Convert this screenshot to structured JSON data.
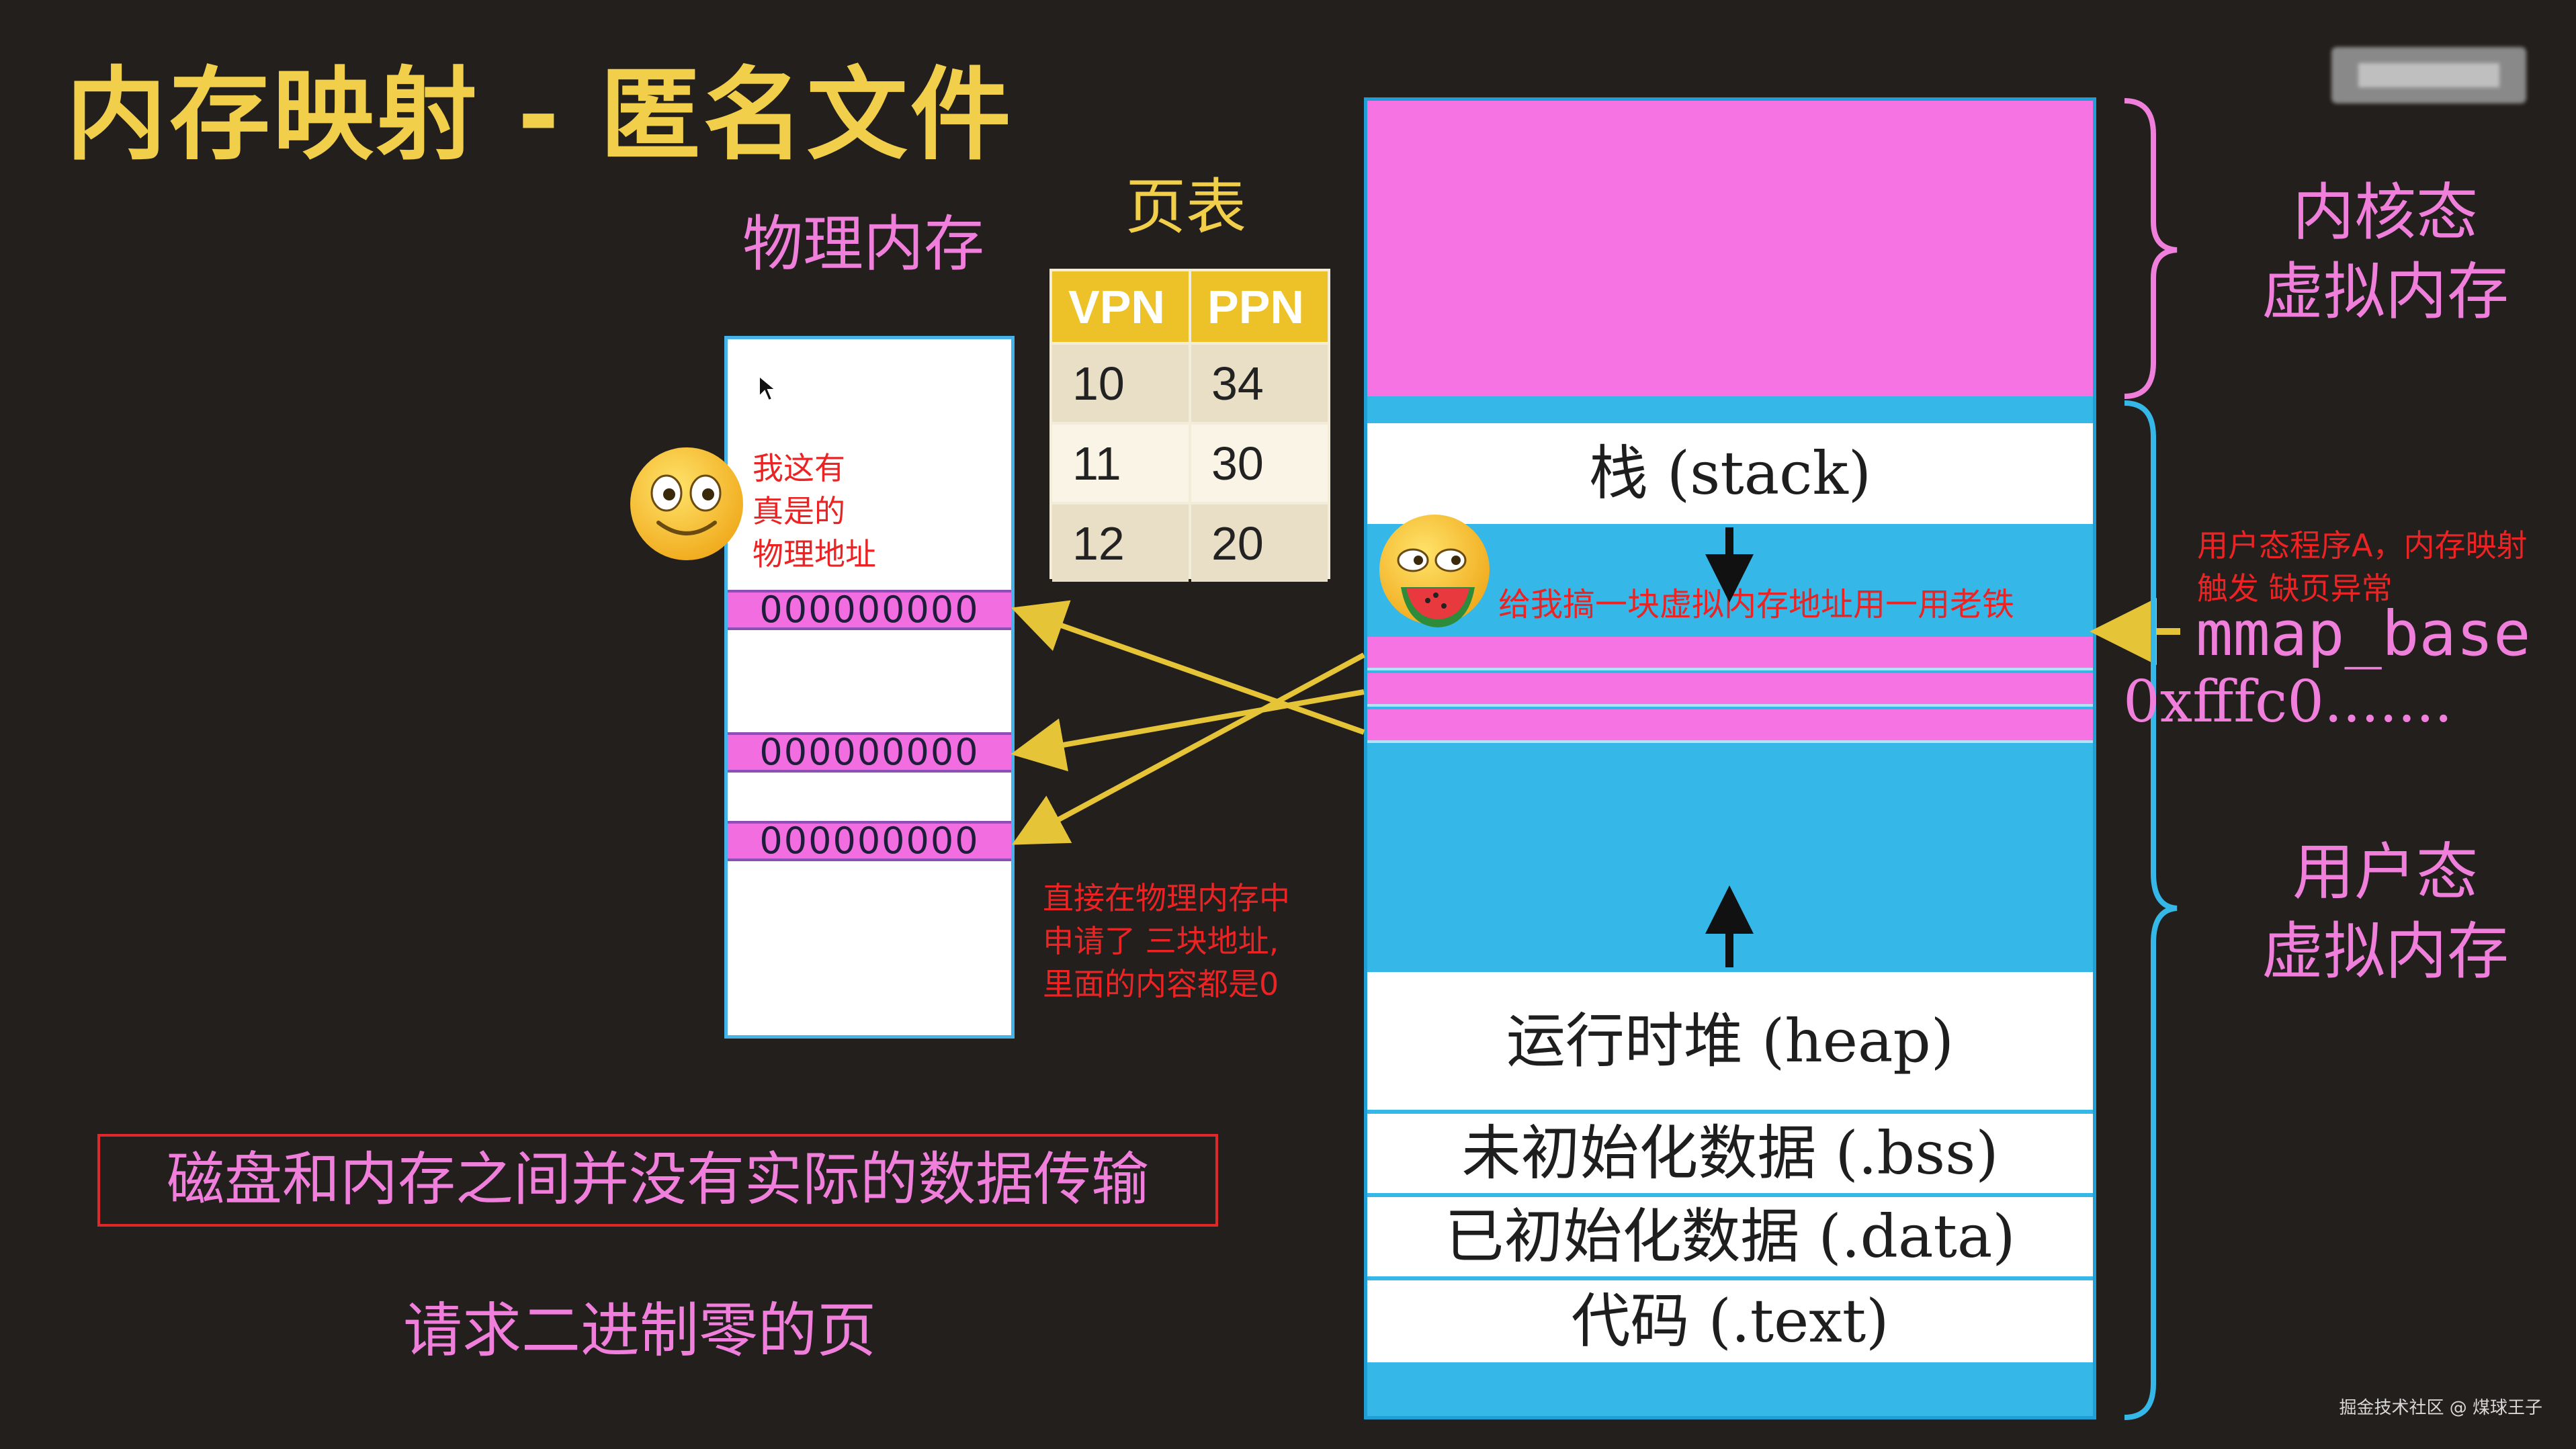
{
  "title": "内存映射 - 匿名文件",
  "physical_memory": {
    "heading": "物理内存",
    "cells": [
      "000000000",
      "000000000",
      "000000000"
    ],
    "emoji_note_lines": [
      "我这有",
      "真是的",
      "物理地址"
    ],
    "alloc_note_lines": [
      "直接在物理内存中",
      "申请了 三块地址,",
      "里面的内容都是0"
    ]
  },
  "page_table": {
    "heading": "页表",
    "headers": [
      "VPN",
      "PPN"
    ],
    "rows": [
      [
        "10",
        "34"
      ],
      [
        "11",
        "30"
      ],
      [
        "12",
        "20"
      ]
    ]
  },
  "virtual_memory": {
    "stack": "栈 (stack)",
    "heap": "运行时堆 (heap)",
    "bss": "未初始化数据 (.bss)",
    "data": "已初始化数据 (.data)",
    "text": "代码 (.text)",
    "emoji_note": "给我搞一块虚拟内存地址用一用老铁"
  },
  "right_labels": {
    "kernel": [
      "内核态",
      "虚拟内存"
    ],
    "user": [
      "用户态",
      "虚拟内存"
    ],
    "mmap_base": "mmap_base",
    "address": "0xfffc0.......",
    "trigger_note_lines": [
      "用户态程序A，内存映射",
      "触发 缺页异常"
    ]
  },
  "footer": {
    "disk_note": "磁盘和内存之间并没有实际的数据传输",
    "zero_page": "请求二进制零的页",
    "watermark": "掘金技术社区 @ 煤球王子"
  },
  "colors": {
    "title": "#f1cf4a",
    "pink_text": "#f07fdc",
    "kernel_segment": "#f673e4",
    "user_segment": "#35b8e8",
    "arrow": "#e6c438",
    "note_red": "#ea2424"
  },
  "icons": [
    "smiley-emoji-icon",
    "watermelon-emoji-icon",
    "cursor-icon"
  ]
}
